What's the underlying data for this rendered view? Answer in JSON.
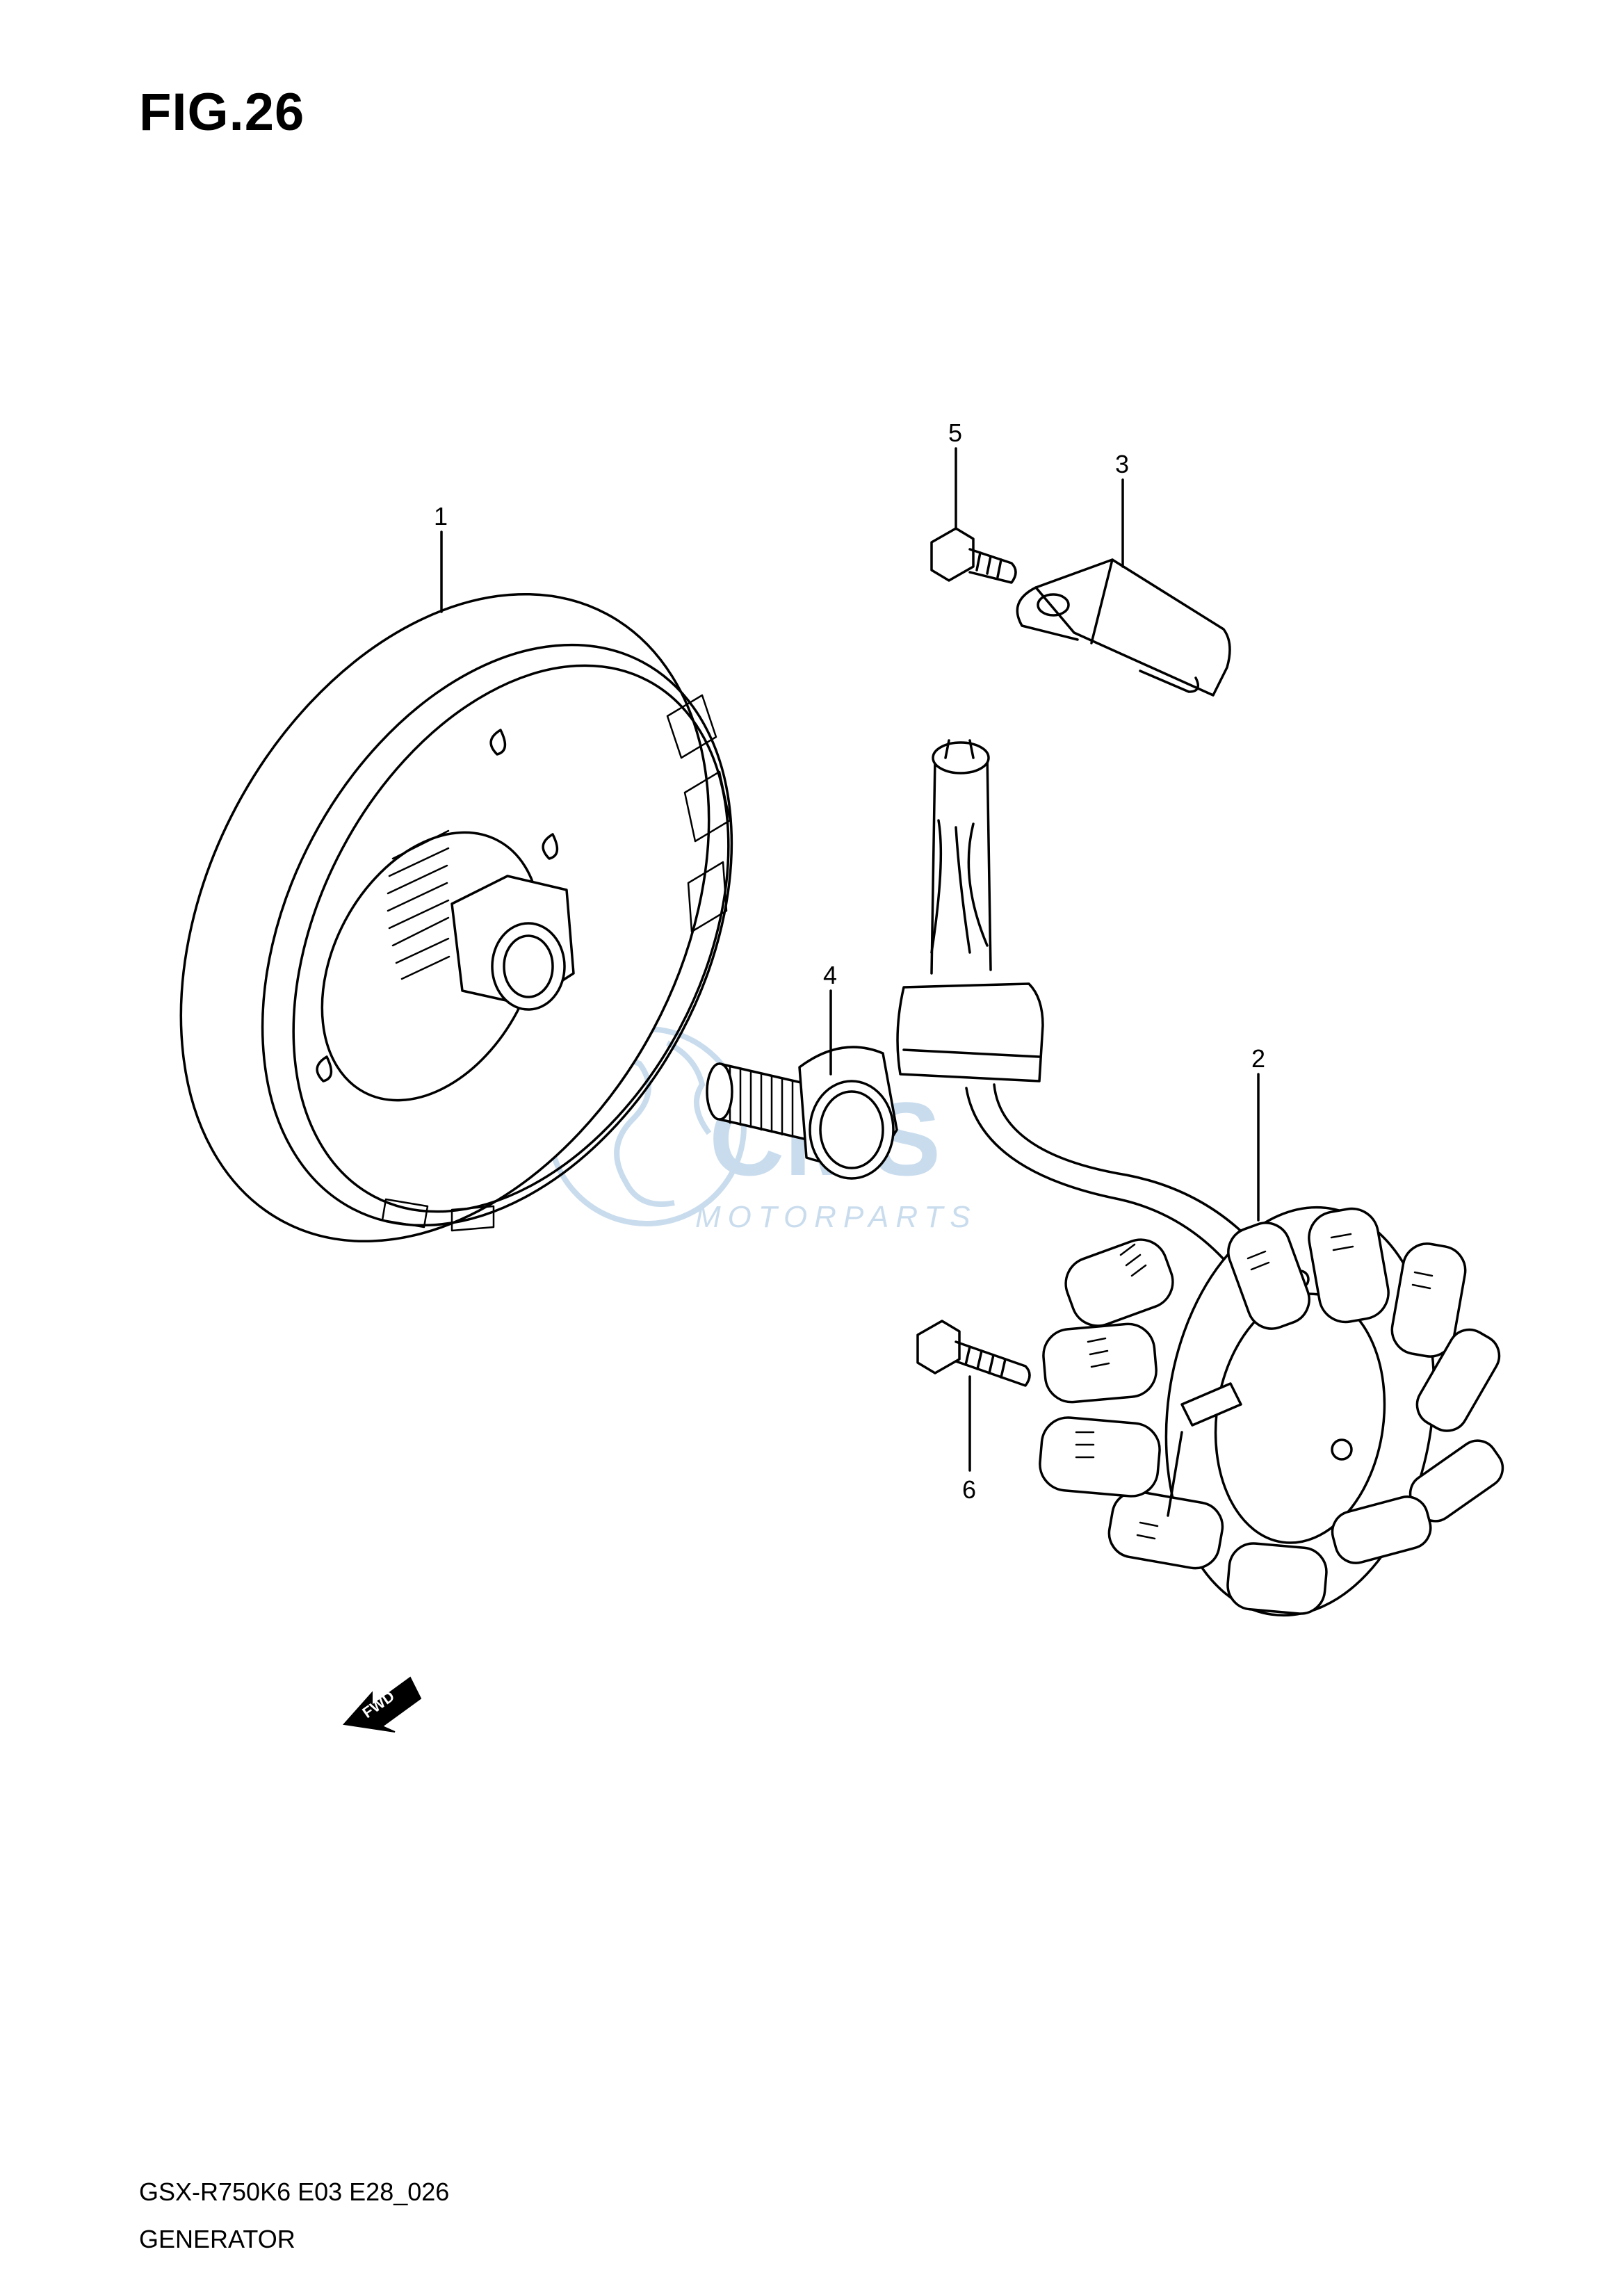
{
  "figure": {
    "title": "FIG.26"
  },
  "callouts": [
    {
      "id": "part-1",
      "label": "1"
    },
    {
      "id": "part-2",
      "label": "2"
    },
    {
      "id": "part-3",
      "label": "3"
    },
    {
      "id": "part-4",
      "label": "4"
    },
    {
      "id": "part-5",
      "label": "5"
    },
    {
      "id": "part-6",
      "label": "6"
    }
  ],
  "fwd_arrow": {
    "label": "FWD"
  },
  "watermark": {
    "brand": "CMS",
    "subtitle": "MOTORPARTS"
  },
  "footer": {
    "model_code": "GSX-R750K6 E03 E28_026",
    "section_name": "GENERATOR"
  },
  "colors": {
    "line": "#000000",
    "watermark": "#c9dced",
    "background": "#ffffff"
  },
  "icons": {
    "fwd_arrow": "fwd-arrow-icon",
    "globe": "globe-icon"
  }
}
